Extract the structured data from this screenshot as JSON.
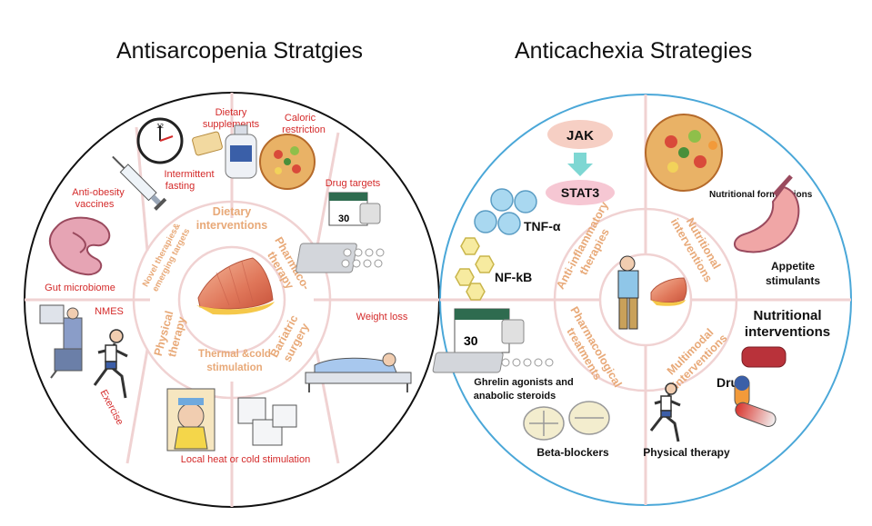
{
  "left": {
    "title": "Antisarcopenia Stratgies",
    "sectors": [
      {
        "line1": "Dietary",
        "line2": "interventions"
      },
      {
        "line1": "Pharmaco-",
        "line2": "therapy"
      },
      {
        "line1": "Bariatric",
        "line2": "surgery"
      },
      {
        "line1": "Thermal &cold",
        "line2": "stimulation"
      },
      {
        "line1": "Physical",
        "line2": "therapy"
      },
      {
        "line1": "Novel therapies&",
        "line2": "emerging targets"
      }
    ],
    "labels": {
      "dietary_supplements_1": "Dietary",
      "dietary_supplements_2": "supplements",
      "caloric_1": "Caloric",
      "caloric_2": "restriction",
      "intermittent_1": "Intermittent",
      "intermittent_2": "fasting",
      "drug_targets": "Drug targets",
      "anti_obesity_1": "Anti-obesity",
      "anti_obesity_2": "vaccines",
      "gut_microbiome": "Gut microbiome",
      "nmes": "NMES",
      "weight_loss": "Weight loss",
      "exercise": "Exercise",
      "local_heat": "Local heat or cold stimulation",
      "pill_pack_number": "30"
    }
  },
  "right": {
    "title": "Anticachexia Strategies",
    "sectors": [
      {
        "line1": "Anti-inflammatory",
        "line2": "therapies"
      },
      {
        "line1": "Nutritional",
        "line2": "interventions"
      },
      {
        "line1": "Multimodal",
        "line2": "interventions"
      },
      {
        "line1": "Pharmacological",
        "line2": "treatments"
      }
    ],
    "labels": {
      "jak": "JAK",
      "stat3": "STAT3",
      "tnf": "TNF-α",
      "nfkb": "NF-kB",
      "nutritional_formulations": "Nutritional formulations",
      "appetite_1": "Appetite",
      "appetite_2": "stimulants",
      "nutritional_interventions_1": "Nutritional",
      "nutritional_interventions_2": "interventions",
      "drug": "Drug",
      "ghrelin_1": "Ghrelin agonists and",
      "ghrelin_2": "anabolic steroids",
      "beta_blockers": "Beta-blockers",
      "physical_therapy": "Physical therapy",
      "pill_pack_number": "30"
    }
  },
  "colors": {
    "red_label": "#d42a2a",
    "sector_orange": "#e8a978",
    "divider_pink": "#f0d2d2",
    "right_border": "#4aa7d8",
    "left_border": "#111111",
    "jak_fill": "#f6cfc4",
    "stat3_fill": "#f6c7d3",
    "arrow_fill": "#7ed7d3",
    "sphere_fill": "#a9d8f0",
    "hexagon_fill": "#f7eba0"
  }
}
